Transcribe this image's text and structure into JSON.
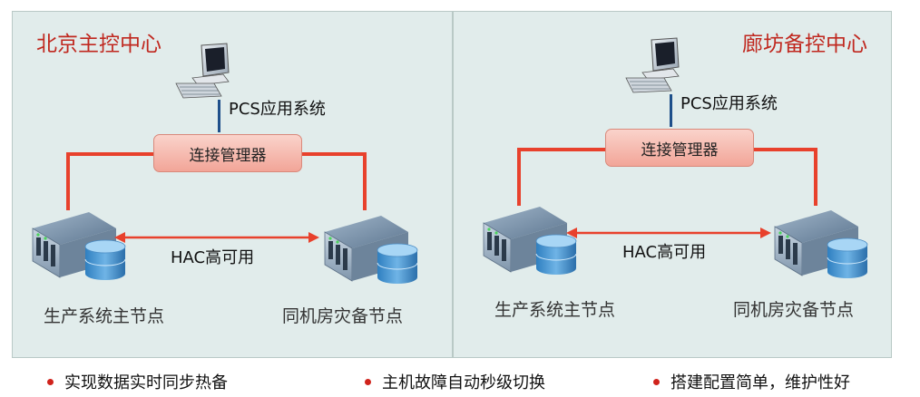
{
  "left_center": {
    "title": "北京主控中心",
    "pcs_label": "PCS应用系统",
    "connection_manager": "连接管理器",
    "hac_label": "HAC高可用",
    "primary_node": "生产系统主节点",
    "backup_node": "同机房灾备节点"
  },
  "right_center": {
    "title": "廊坊备控中心",
    "pcs_label": "PCS应用系统",
    "connection_manager": "连接管理器",
    "hac_label": "HAC高可用",
    "primary_node": "生产系统主节点",
    "backup_node": "同机房灾备节点"
  },
  "features": [
    "实现数据实时同步热备",
    "主机故障自动秒级切换",
    "搭建配置简单，维护性好"
  ],
  "colors": {
    "title_red": "#c0281f",
    "line_red": "#e8412c",
    "panel_bg": "#e1eceb",
    "box_fill": "#f2a598"
  },
  "icons": [
    "computer-icon",
    "server-icon",
    "database-icon",
    "double-arrow-icon"
  ]
}
